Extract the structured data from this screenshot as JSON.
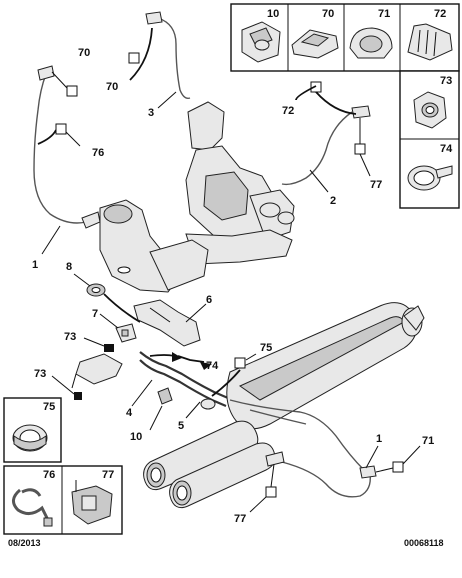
{
  "callouts": {
    "c1_left": "1",
    "c1_right": "1",
    "c2": "2",
    "c3": "3",
    "c4": "4",
    "c5": "5",
    "c6": "6",
    "c7": "7",
    "c8": "8",
    "c10": "10",
    "c70_top": "70",
    "c70_mid": "70",
    "c71": "71",
    "c72": "72",
    "c73_a": "73",
    "c73_b": "73",
    "c74": "74",
    "c75": "75",
    "c76": "76",
    "c77_right": "77",
    "c77_bottom": "77"
  },
  "legend": {
    "p10": "10",
    "p70": "70",
    "p71": "71",
    "p72": "72",
    "p73": "73",
    "p74": "74",
    "p75": "75",
    "p76": "76",
    "p77": "77"
  },
  "footer": {
    "date": "08/2013",
    "reference": "00068118"
  },
  "colors": {
    "ink": "#111111",
    "part_fill": "#e8e8e8",
    "part_shade": "#c9c9c9"
  }
}
